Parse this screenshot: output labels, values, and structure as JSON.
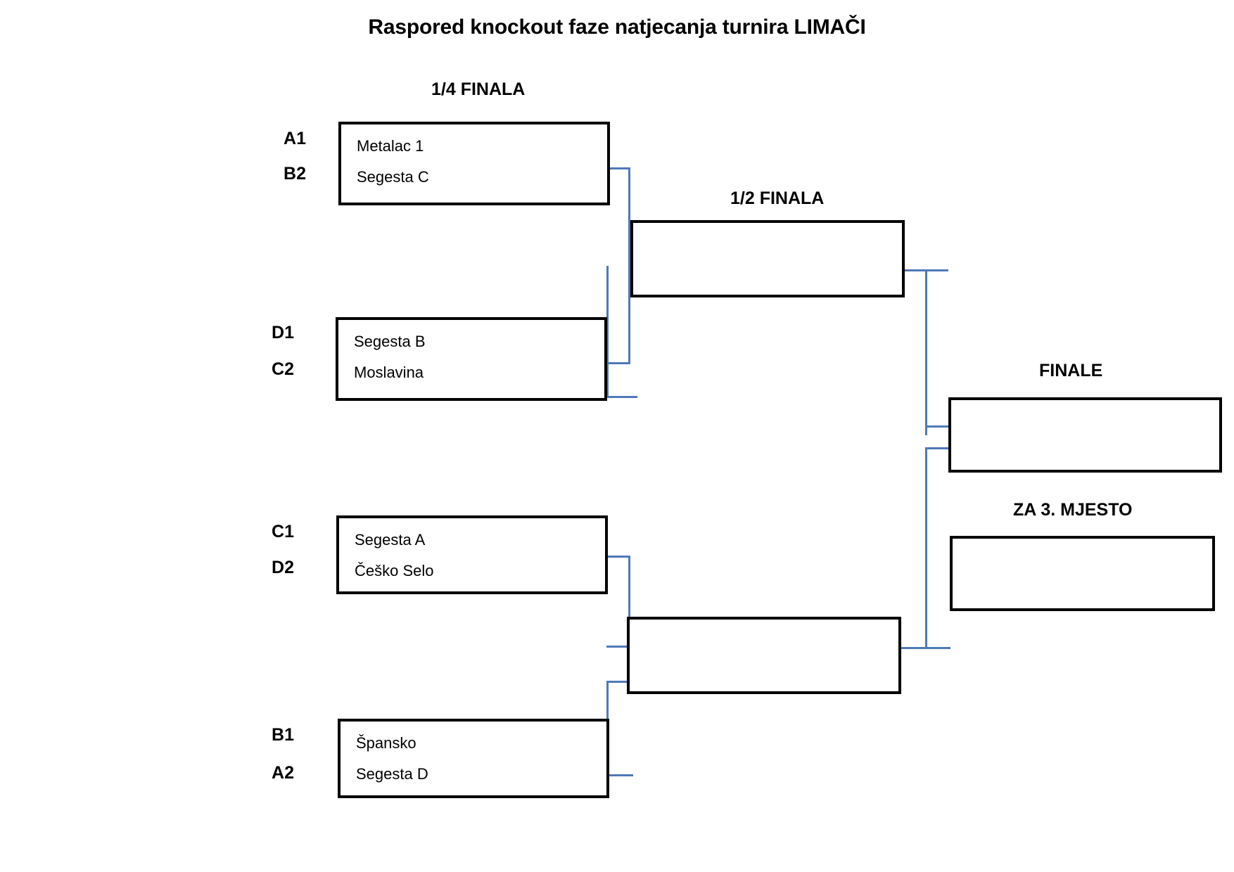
{
  "title": "Raspored knockout faze natjecanja turnira LIMAČI",
  "rounds": [
    {
      "id": "quarterfinals",
      "label": "1/4 FINALA"
    },
    {
      "id": "semifinals",
      "label": "1/2 FINALA"
    },
    {
      "id": "final",
      "label": "FINALE"
    },
    {
      "id": "third_place",
      "label": "ZA 3. MJESTO"
    }
  ],
  "quarterfinals": [
    {
      "id": "qf1",
      "slots": [
        {
          "seed": "A1",
          "team": "Metalac 1"
        },
        {
          "seed": "B2",
          "team": "Segesta C"
        }
      ]
    },
    {
      "id": "qf2",
      "slots": [
        {
          "seed": "D1",
          "team": "Segesta B"
        },
        {
          "seed": "C2",
          "team": "Moslavina"
        }
      ]
    },
    {
      "id": "qf3",
      "slots": [
        {
          "seed": "C1",
          "team": "Segesta A"
        },
        {
          "seed": "D2",
          "team": "Češko Selo"
        }
      ]
    },
    {
      "id": "qf4",
      "slots": [
        {
          "seed": "B1",
          "team": "Špansko"
        },
        {
          "seed": "A2",
          "team": "Segesta D"
        }
      ]
    }
  ],
  "semifinals": [
    {
      "id": "sf1",
      "slots": [
        {
          "seed": "",
          "team": ""
        },
        {
          "seed": "",
          "team": ""
        }
      ]
    },
    {
      "id": "sf2",
      "slots": [
        {
          "seed": "",
          "team": ""
        },
        {
          "seed": "",
          "team": ""
        }
      ]
    }
  ],
  "final": {
    "id": "final",
    "slots": [
      {
        "seed": "",
        "team": ""
      },
      {
        "seed": "",
        "team": ""
      }
    ]
  },
  "third_place": {
    "id": "third_place",
    "slots": [
      {
        "seed": "",
        "team": ""
      },
      {
        "seed": "",
        "team": ""
      }
    ]
  },
  "colors": {
    "box_border": "#000000",
    "connector": "#4f79b8",
    "text": "#000000",
    "background": "#ffffff"
  }
}
